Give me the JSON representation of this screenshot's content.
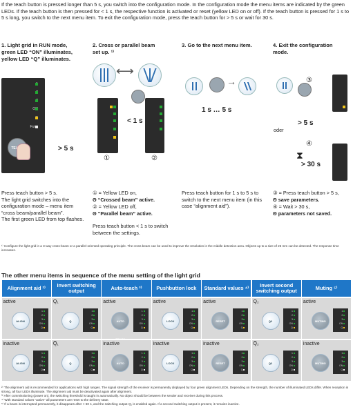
{
  "intro": "If the teach button is pressed longer than 5 s, you switch into the configuration mode. In the configuration mode the menu items are indicated by the green LEDs. If the teach button is then pressed for < 1 s, the respective function is activated or reset (yellow LED on or off). If the teach button is pressed for 1 s to 5 s long, you switch to the next menu item. To exit the configuration mode, press the teach button for > 5 s or wait for 30 s.",
  "steps": [
    {
      "title": "1.  Light grid in RUN mode, green LED “ON” illuminates, yellow LED “Q” illuminates."
    },
    {
      "title": "2.  Cross or parallel beam set up. ¹⁾"
    },
    {
      "title": "3.  Go to the next menu item."
    },
    {
      "title": "4.  Exit the configuration mode."
    }
  ],
  "panel_labels": [
    "1",
    "2",
    "3",
    "ON",
    "Q",
    "Func"
  ],
  "teach_label": "TEACH",
  "times": {
    "t1": "> 5 s",
    "t2": "< 1 s",
    "t3": "1 s … 5 s",
    "t4": "> 5 s",
    "t5": "> 30 s"
  },
  "circled": {
    "c1": "①",
    "c2": "②",
    "c3": "③",
    "c4": "④"
  },
  "oder": "oder",
  "desc": {
    "d1": "Press teach button > 5 s.\nThe light grid switches into the configuration mode – menu item “cross beam/parallel beam”.\nThe first green LED from top flashes.",
    "d2a": "① = Yellow LED on,",
    "d2b": "ʘ “Crossed beam” active.",
    "d2c": "② = Yellow LED off,",
    "d2d": "ʘ “Parallel beam” active.",
    "d2e": "Press teach button < 1 s to switch between the settings.",
    "d3": "Press teach button for 1 s to 5 s to switch to the next menu item (in this case “alignment aid”).",
    "d4a": "③ = Press teach button > 5 s,",
    "d4b": "ʘ   save parameters.",
    "d4c": "④ = Wait > 30 s,",
    "d4d": "ʘ   parameters not saved."
  },
  "footnote1": "¹⁾  Configure the light grid in a 3-way cross-beam or a parallel-oriented operating principle. The cross beam can be used to improve the resolution in the middle detection area. Objects up to a size of 25 mm can be detected. The response time increases.",
  "section_title": "The other menu items in sequence of the menu setting of the light grid",
  "columns": [
    {
      "title": "Alignment aid ²⁾",
      "top": "active",
      "bottom": "inactive",
      "icon": "ALIGN"
    },
    {
      "title": "Invert switching output",
      "top": "Q₁",
      "bottom": "Q̅₁",
      "icon": "Q"
    },
    {
      "title": "Auto-teach ³⁾",
      "top": "active",
      "bottom": "inactive",
      "icon": "AUTO TEACH"
    },
    {
      "title": "Pushbutton lock",
      "top": "active",
      "bottom": "inactive",
      "icon": "LOCK"
    },
    {
      "title": "Standard values ⁴⁾",
      "top": "active",
      "bottom": "inactive",
      "icon": "RESET"
    },
    {
      "title": "Invert second switching output",
      "top": "Q₂",
      "bottom": "Q̅₂",
      "icon": "Q2"
    },
    {
      "title": "Muting ⁵⁾",
      "top": "active",
      "bottom": "inactive",
      "icon": "MUTING"
    }
  ],
  "footnotes": [
    "²⁾  The alignment aid is recommended for applications with high ranges. The signal strength of the receiver is permanently displayed by four green alignment LEDs. Depending on the strength, the number of illuminated LEDs differ. When reception is strong, all four LEDs illuminate. The alignment aid must be deactivated again after alignment.",
    "³⁾  After commissioning (power on), the switching threshold is taught in automatically. No object should be between the sender and receiver during this process.",
    "⁴⁾  With standard values “active” all parameters are reset to the delivery state.",
    "⁵⁾  If a beam is interrupted permanently, it disappears after > 60 s, and the switching output Q₁ is enabled again. If a second switching output is present, it remains inactive."
  ],
  "colors": {
    "accent": "#1f77c8",
    "led_green": "#22aa33",
    "led_yellow": "#f0c419"
  }
}
